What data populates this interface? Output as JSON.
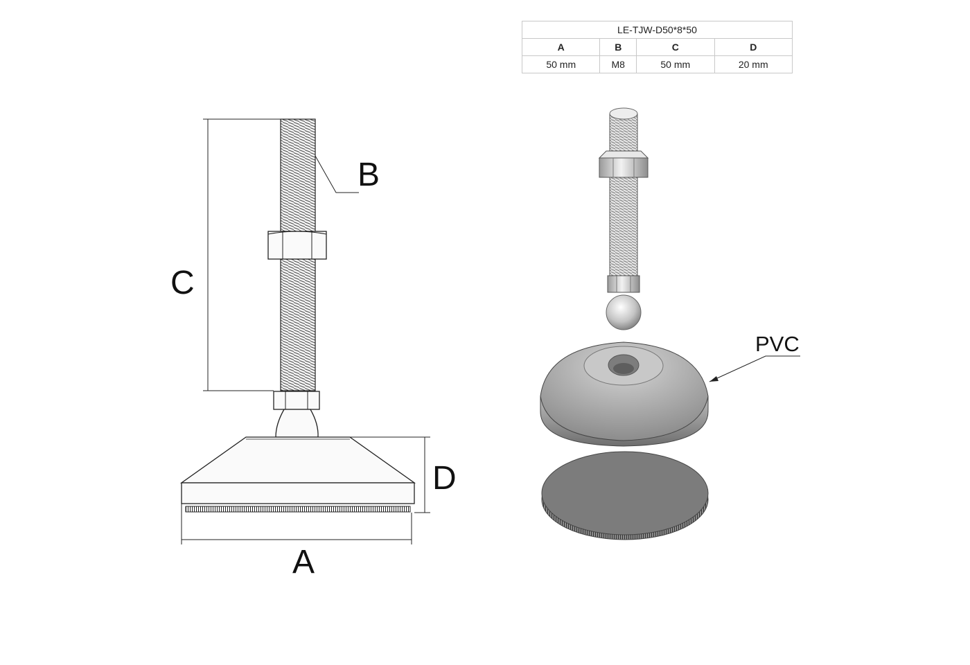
{
  "spec_table": {
    "model": "LE-TJW-D50*8*50",
    "headers": [
      "A",
      "B",
      "C",
      "D"
    ],
    "values": [
      "50 mm",
      "M8",
      "50 mm",
      "20 mm"
    ]
  },
  "dimension_labels": {
    "a": "A",
    "b": "B",
    "c": "C",
    "d": "D"
  },
  "material_label": "PVC",
  "icons": [
    "leveling-foot-technical-drawing",
    "leveling-foot-3d-exploded-view"
  ]
}
